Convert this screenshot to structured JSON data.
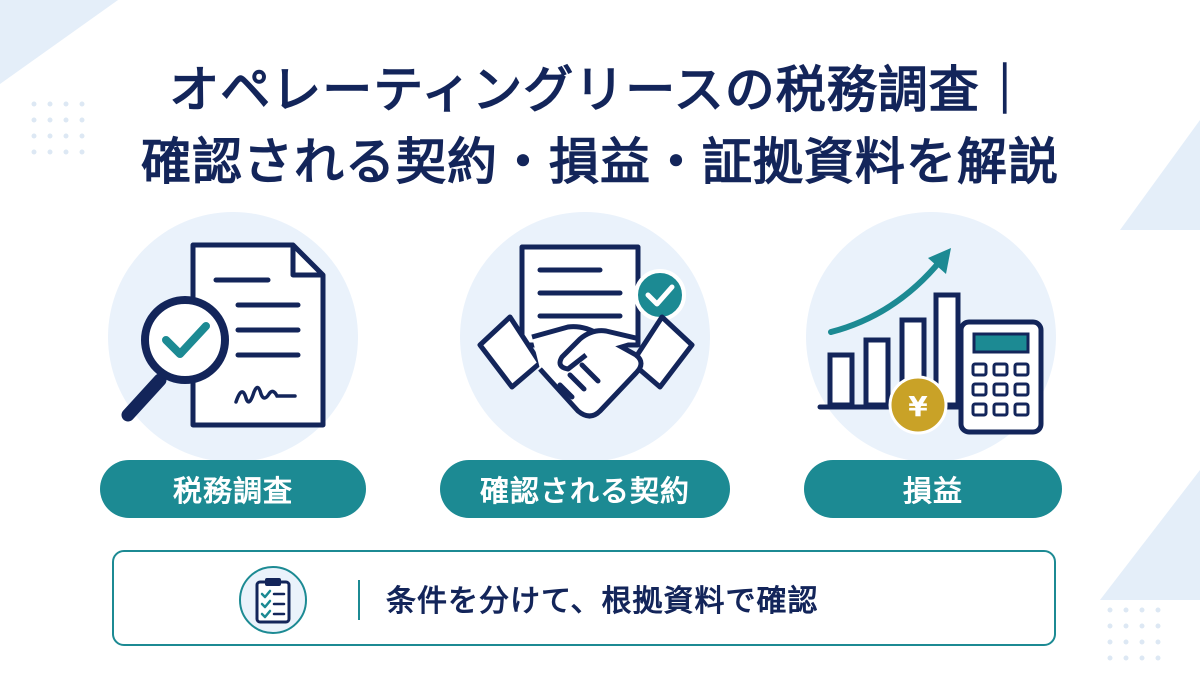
{
  "title": {
    "line1": "オペレーティングリースの税務調査｜",
    "line2": "確認される契約・損益・証拠資料を解説"
  },
  "cards": [
    {
      "label": "税務調査",
      "icon": "magnifier-document-icon"
    },
    {
      "label": "確認される契約",
      "icon": "handshake-contract-icon"
    },
    {
      "label": "損益",
      "icon": "growth-chart-calculator-icon"
    }
  ],
  "banner": {
    "text": "条件を分けて、根拠資料で確認",
    "icon": "clipboard-checklist-icon"
  },
  "colors": {
    "navy": "#13255a",
    "teal": "#1c8a93",
    "light_blue": "#eaf2fb",
    "gold": "#c9a227"
  }
}
